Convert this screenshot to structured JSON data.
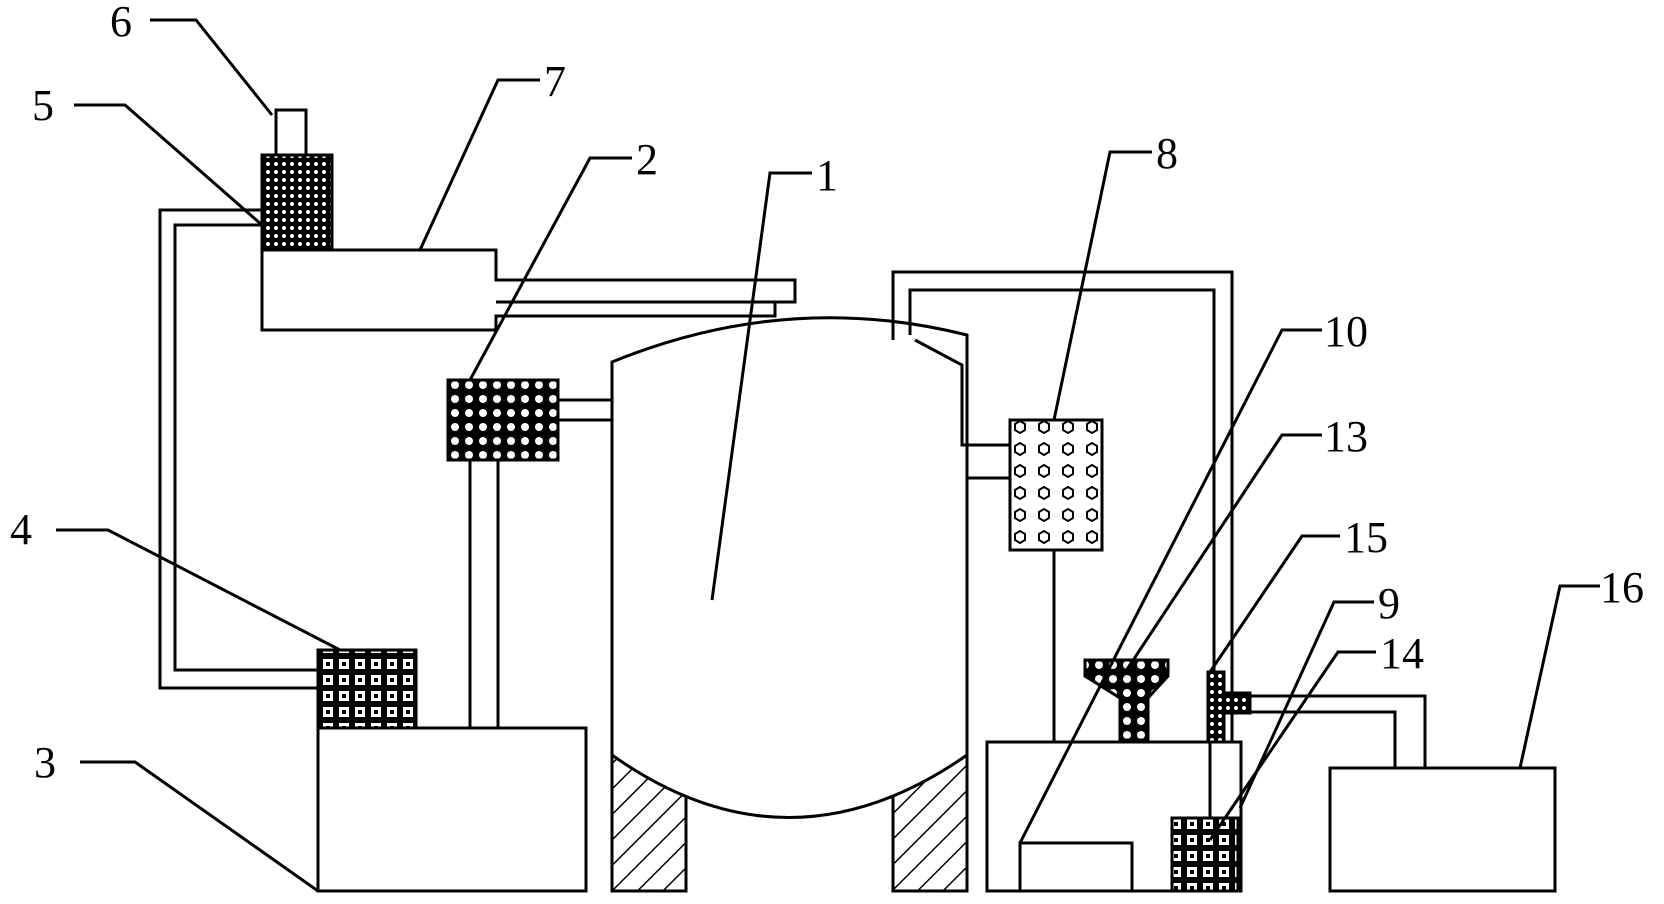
{
  "labels": [
    "1",
    "2",
    "3",
    "4",
    "5",
    "6",
    "7",
    "8",
    "9",
    "10",
    "13",
    "14",
    "15",
    "16"
  ]
}
